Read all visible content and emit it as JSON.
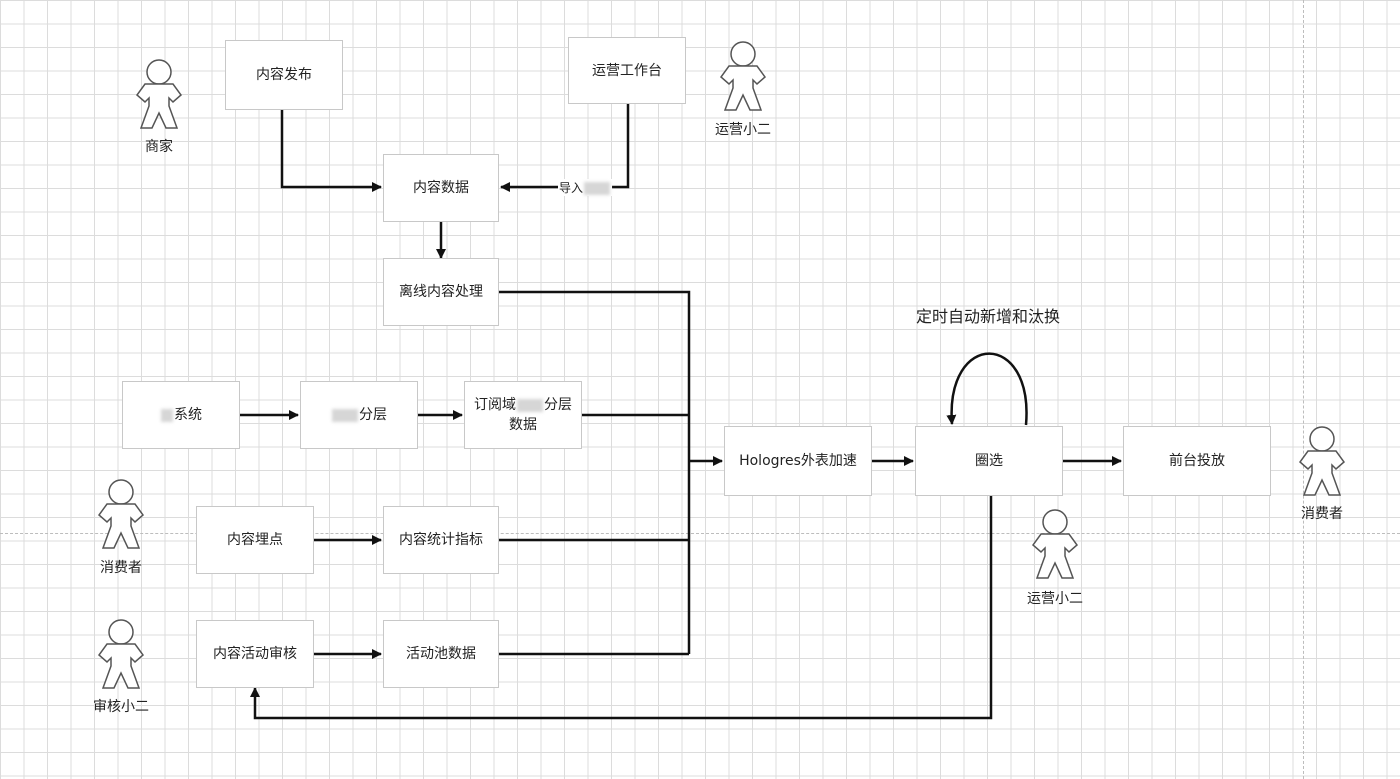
{
  "nodes": {
    "content_publish": "内容发布",
    "ops_workbench": "运营工作台",
    "content_data": "内容数据",
    "offline_processing": "离线内容处理",
    "system_suffix": "系统",
    "layer_suffix": "分层",
    "subscription_prefix": "订阅域",
    "subscription_suffix": "分层",
    "subscription_line2": "数据",
    "content_tracking": "内容埋点",
    "content_stats": "内容统计指标",
    "content_activity_review": "内容活动审核",
    "activity_pool": "活动池数据",
    "hologres": "Hologres外表加速",
    "selection": "圈选",
    "frontend_delivery": "前台投放"
  },
  "actors": {
    "merchant": "商家",
    "ops_top": "运营小二",
    "consumer_left": "消费者",
    "reviewer": "审核小二",
    "ops_bottom": "运营小二",
    "consumer_right": "消费者"
  },
  "edge_labels": {
    "import": "导入"
  },
  "annotation": {
    "loop": "定时自动新增和汰换"
  }
}
